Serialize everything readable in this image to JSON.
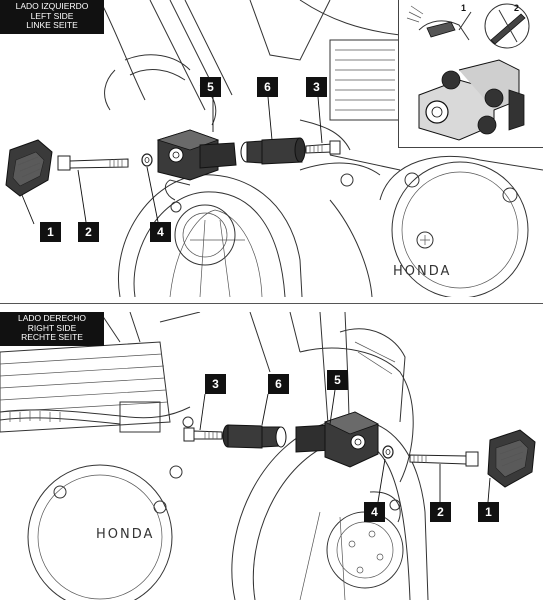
{
  "left_side": {
    "label_lines": [
      "LADO IZQUIERDO",
      "LEFT SIDE",
      "LINKE SEITE"
    ],
    "callouts": [
      "1",
      "2",
      "4",
      "5",
      "6",
      "3"
    ],
    "inset_steps": [
      "1",
      "2"
    ],
    "brand": "HONDA"
  },
  "right_side": {
    "label_lines": [
      "LADO DERECHO",
      "RIGHT SIDE",
      "RECHTE SEITE"
    ],
    "callouts": [
      "3",
      "6",
      "5",
      "4",
      "2",
      "1"
    ],
    "brand": "HONDA"
  },
  "colors": {
    "ink": "#111111",
    "line": "#333333",
    "part_fill": "#3a3a3a",
    "paper": "#ffffff"
  }
}
